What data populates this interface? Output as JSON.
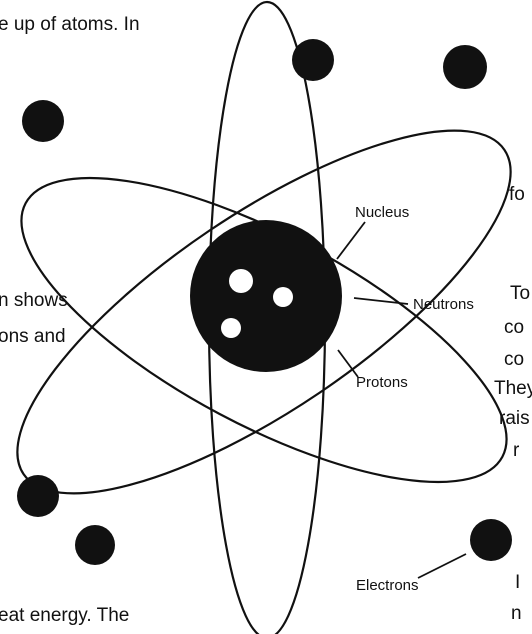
{
  "text_fragments": [
    "e up of atoms. In",
    "n shows",
    "ons and",
    "eat energy. The",
    "fo",
    "To",
    "co",
    "co",
    "They",
    "rais",
    "r",
    "I",
    "n"
  ],
  "labels": {
    "nucleus": "Nucleus",
    "neutrons": "Neutrons",
    "protons": "Protons",
    "electrons": "Electrons"
  },
  "colors": {
    "ink": "#111111",
    "background": "#ffffff",
    "particle": "#ffffff"
  }
}
